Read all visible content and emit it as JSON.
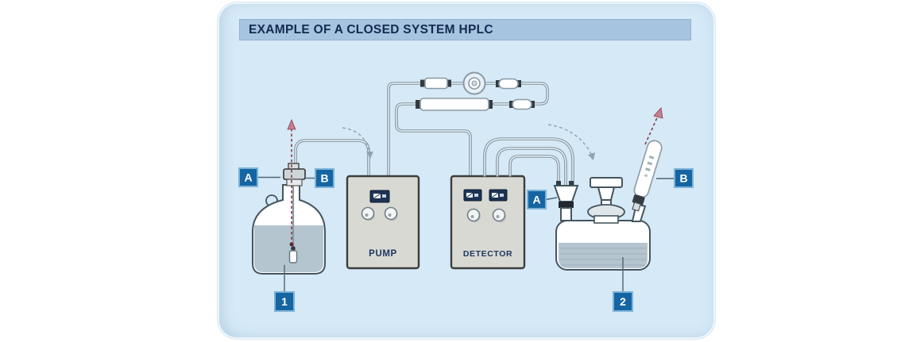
{
  "panel": {
    "title": "EXAMPLE OF A CLOSED SYSTEM HPLC"
  },
  "devices": {
    "pump_label": "PUMP",
    "detector_label": "DETECTOR"
  },
  "callouts": {
    "bottle_number": "1",
    "waste_number": "2",
    "bottle_cap_a": "A",
    "bottle_cap_b": "B",
    "waste_inlet_a": "A",
    "waste_vent_b": "B"
  },
  "colors": {
    "page_bg": "#ffffff",
    "panel_bg": "#d5e9f7",
    "title_bar_bg": "#a6c4df",
    "title_text": "#132a52",
    "callout_bg": "#1565a3",
    "callout_border": "#7fb3d8",
    "callout_text": "#ffffff",
    "device_bg": "#d9d9d3",
    "device_border": "#3c3c3c",
    "device_text": "#1b3560",
    "display_bg": "#1d3354",
    "tube_outline": "#7e939f",
    "tube_fill": "#eaf3f9",
    "outline_dark": "#45555f",
    "liquid": "#b5c5cf",
    "flow_arrow_red": "#8c3b4e"
  }
}
